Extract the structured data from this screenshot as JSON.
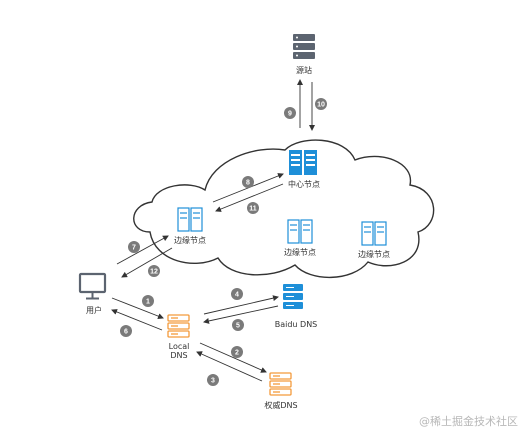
{
  "nodes": {
    "origin": "源站",
    "central": "中心节点",
    "edge_left": "边缘节点",
    "edge_mid": "边缘节点",
    "edge_right": "边缘节点",
    "user": "用户",
    "local_dns_line1": "Local",
    "local_dns_line2": "DNS",
    "baidu_dns": "Baidu DNS",
    "auth_dns": "权威DNS"
  },
  "steps": [
    "1",
    "2",
    "3",
    "4",
    "5",
    "6",
    "7",
    "8",
    "9",
    "10",
    "11",
    "12"
  ],
  "watermark": "@稀土掘金技术社区",
  "colors": {
    "accent_blue": "#1e8fd8",
    "orange": "#f39a3b",
    "step_badge": "#7a7a7a",
    "server_gray": "#5c6470"
  },
  "icons": {
    "origin": "server-rack-icon",
    "central": "server-icon",
    "edge": "server-outline-icon",
    "user": "monitor-icon",
    "local_dns": "server-stack-icon",
    "baidu_dns": "database-icon",
    "auth_dns": "server-stack-icon"
  }
}
